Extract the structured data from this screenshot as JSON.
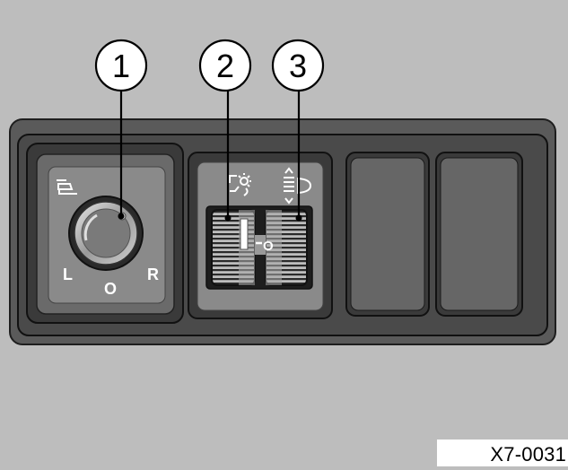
{
  "figure_id": "X7-0031",
  "callouts": [
    {
      "number": "1",
      "target": "mirror-adjust-knob"
    },
    {
      "number": "2",
      "target": "panel-dimmer-wheel"
    },
    {
      "number": "3",
      "target": "headlamp-level-wheel"
    }
  ],
  "mirror_switch": {
    "left_label": "L",
    "center_label": "O",
    "right_label": "R",
    "icon": "mirror-icon"
  },
  "dimmer_switch": {
    "icon": "dashboard-light-icon"
  },
  "leveling_switch": {
    "icon": "headlamp-leveling-icon",
    "position_label": "O"
  },
  "colors": {
    "background": "#bdbdbd",
    "panel": "#555555",
    "button_face": "#8a8a8a",
    "line": "#000000",
    "callout_fill": "#ffffff"
  }
}
